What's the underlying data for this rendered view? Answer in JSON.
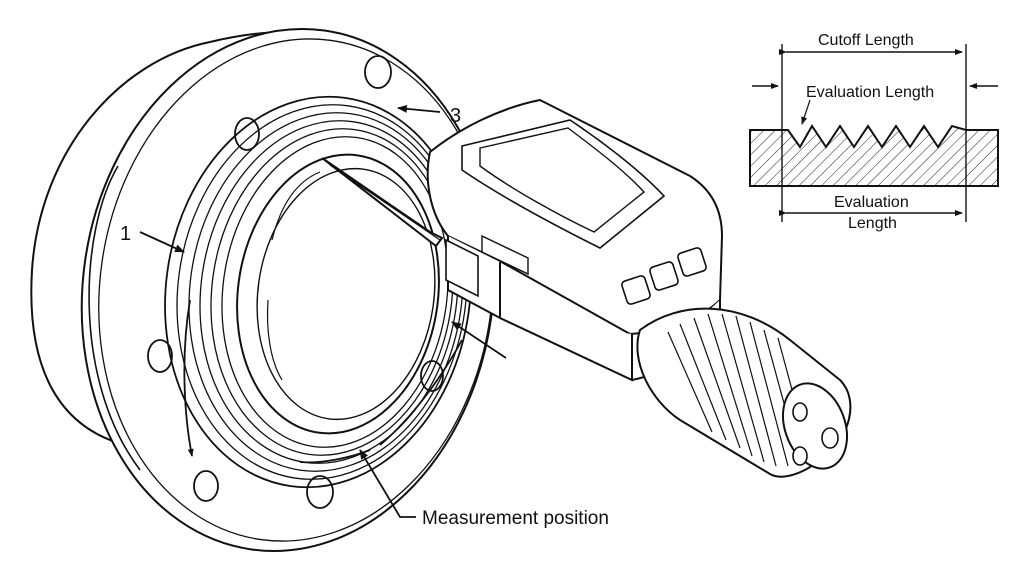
{
  "labels": {
    "part_1": "1",
    "part_3": "3",
    "measurement_position": "Measurement position"
  },
  "inset": {
    "cutoff_length": "Cutoff Length",
    "evaluation_length_top": "Evaluation Length",
    "evaluation_length_bottom_line1": "Evaluation",
    "evaluation_length_bottom_line2": "Length"
  }
}
